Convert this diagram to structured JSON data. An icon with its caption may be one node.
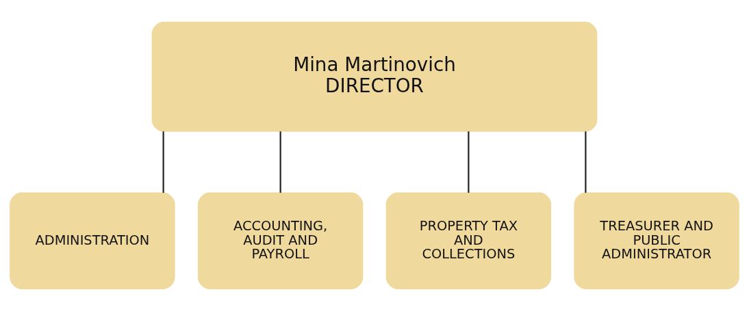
{
  "diagram": {
    "nodes": [
      {
        "text": [
          "Mina Martinovich",
          "DIRECTOR"
        ]
      },
      {
        "text": [
          "ADMINISTRATION"
        ]
      },
      {
        "text": [
          "ACCOUNTING, AUDIT AND PAYROLL"
        ]
      },
      {
        "text": [
          "PROPERTY TAX AND COLLECTIONS"
        ]
      },
      {
        "text": [
          "TREASURER AND PUBLIC ADMINISTRATOR"
        ]
      }
    ],
    "edges": [
      {
        "from": 0,
        "to": 1,
        "arrow": "none"
      },
      {
        "from": 0,
        "to": 2,
        "arrow": "none"
      },
      {
        "from": 0,
        "to": 3,
        "arrow": "none"
      },
      {
        "from": 0,
        "to": 4,
        "arrow": "none"
      }
    ]
  }
}
